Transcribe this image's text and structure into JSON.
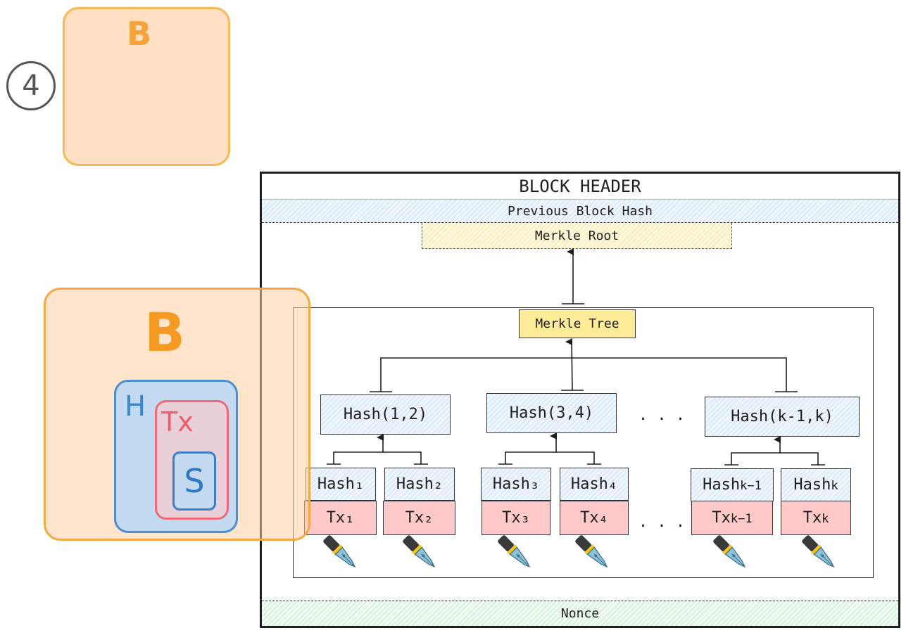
{
  "step": {
    "number": "4"
  },
  "top_block": {
    "letter": "B"
  },
  "legend_block": {
    "letter": "B",
    "header_letter": "H",
    "tx_label": "Tx",
    "sig_letter": "S"
  },
  "block_header": {
    "title": "BLOCK HEADER",
    "previous_block_hash": "Previous Block Hash",
    "merkle_root": "Merkle Root",
    "nonce": "Nonce"
  },
  "merkle_tree": {
    "title": "Merkle Tree",
    "pair_hashes": [
      "Hash(1,2)",
      "Hash(3,4)",
      "Hash(k-1,k)"
    ],
    "leaf_hashes": [
      {
        "base": "Hash",
        "sub": "₁"
      },
      {
        "base": "Hash",
        "sub": "₂"
      },
      {
        "base": "Hash",
        "sub": "₃"
      },
      {
        "base": "Hash",
        "sub": "₄"
      },
      {
        "base": "Hash",
        "sub": "k−1"
      },
      {
        "base": "Hash",
        "sub": "k"
      }
    ],
    "transactions": [
      {
        "base": "Tx",
        "sub": "₁"
      },
      {
        "base": "Tx",
        "sub": "₂"
      },
      {
        "base": "Tx",
        "sub": "₃"
      },
      {
        "base": "Tx",
        "sub": "₄"
      },
      {
        "base": "Tx",
        "sub": "k−1"
      },
      {
        "base": "Tx",
        "sub": "k"
      }
    ],
    "ellipsis": ". . .",
    "signature_icon": "fountain-pen-icon"
  },
  "colors": {
    "orange_stroke": "#f5a945",
    "orange_fill": "#ffe0c2",
    "blue_stroke": "#4a8fd4",
    "blue_fill": "#c3daf0",
    "red_stroke": "#f0697a",
    "tx_fill": "#ffc9c9",
    "merkle_tree_fill": "#ffec99"
  }
}
